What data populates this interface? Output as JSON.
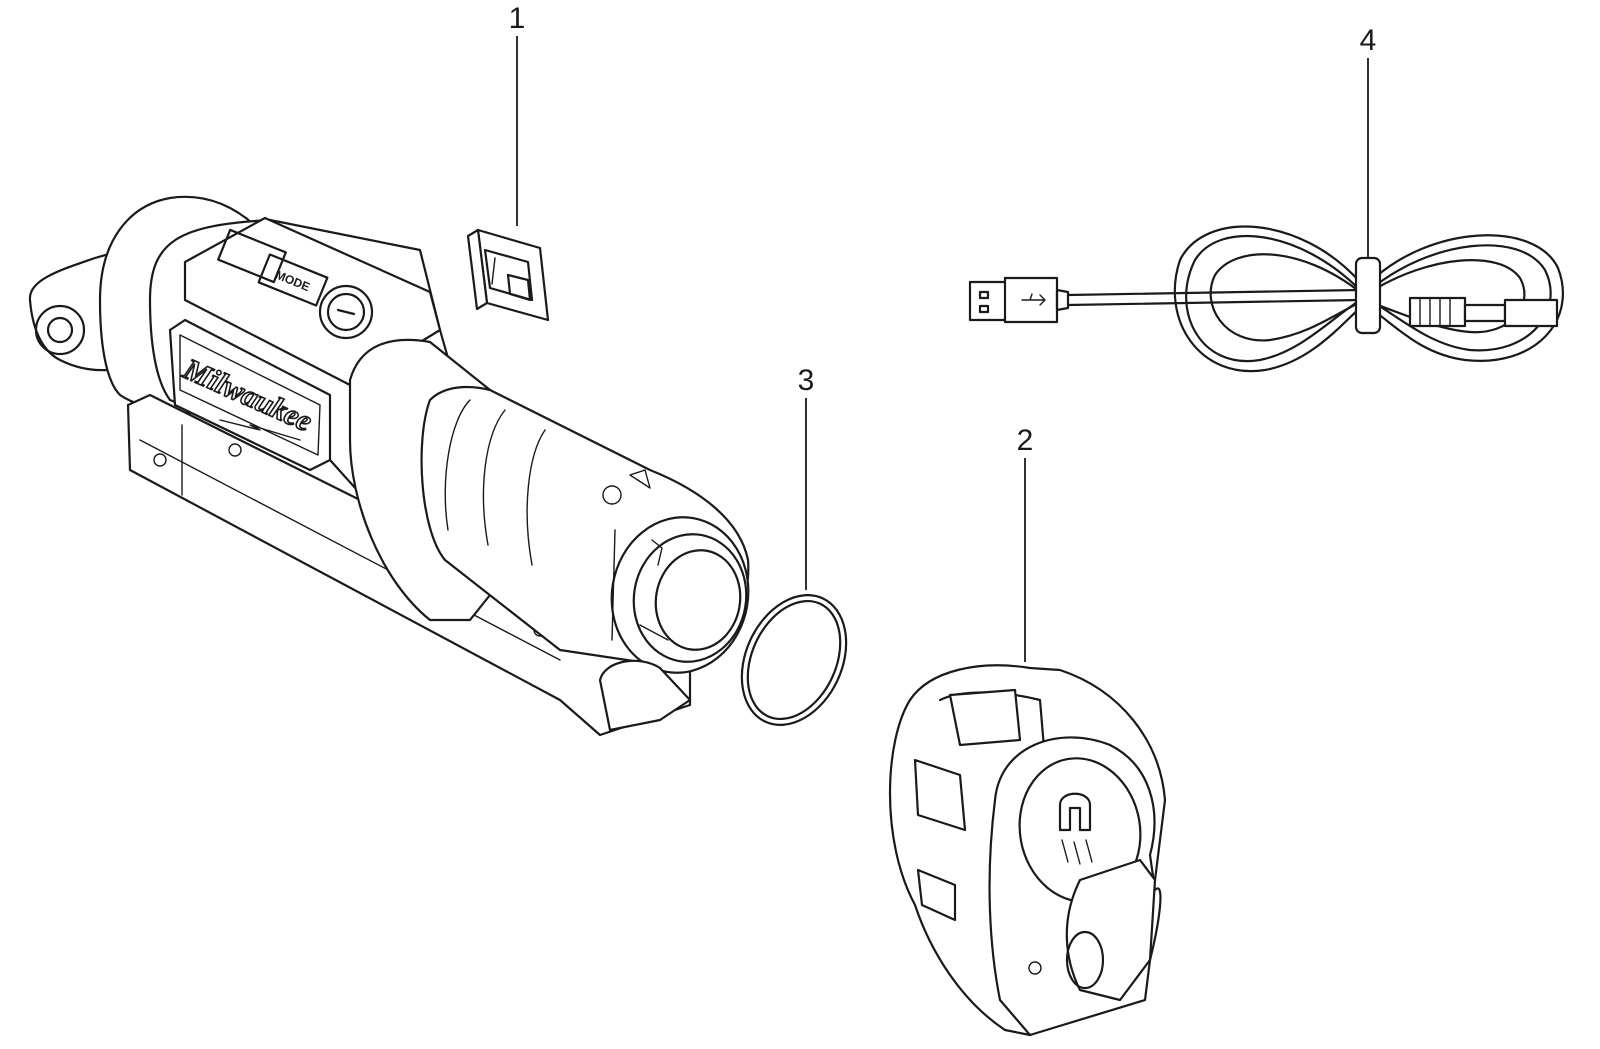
{
  "diagram": {
    "parts": [
      {
        "callout": "1",
        "name": "USB port cover"
      },
      {
        "callout": "2",
        "name": "magnetic end cap"
      },
      {
        "callout": "3",
        "name": "o-ring"
      },
      {
        "callout": "4",
        "name": "usb cable"
      }
    ],
    "main_tool": {
      "brand_logo": "Milwaukee",
      "button_label": "MODE"
    }
  }
}
